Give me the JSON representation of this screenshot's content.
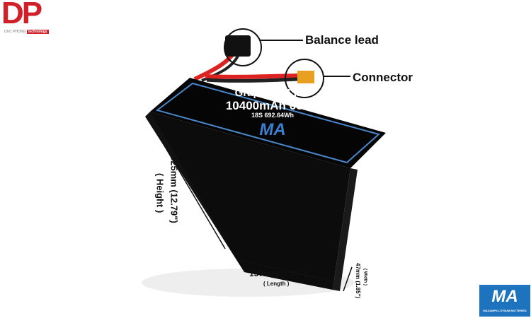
{
  "brand_logo": {
    "letters": "DP",
    "company": "DUC PHONG",
    "tagline": "technology",
    "color": "#d0202a"
  },
  "callouts": {
    "balance_lead": "Balance lead",
    "connector": "Connector"
  },
  "battery_label": {
    "line1": "Graphene LiPo",
    "line2": "10400mAh 66.6v",
    "line3": "18S 692.64Wh",
    "logo": "MA"
  },
  "dimensions": {
    "height": {
      "value": "325mm (12.79\")",
      "label": "( Height )"
    },
    "length": {
      "value": "137mm (5.39\")",
      "label": "( Length )"
    },
    "width": {
      "value": "47mm (1.85\")",
      "label": "( Width )"
    }
  },
  "maker_logo": {
    "mark": "MA",
    "text": "MAXAMPS LITHIUM BATTERIES",
    "color": "#1e73be"
  }
}
